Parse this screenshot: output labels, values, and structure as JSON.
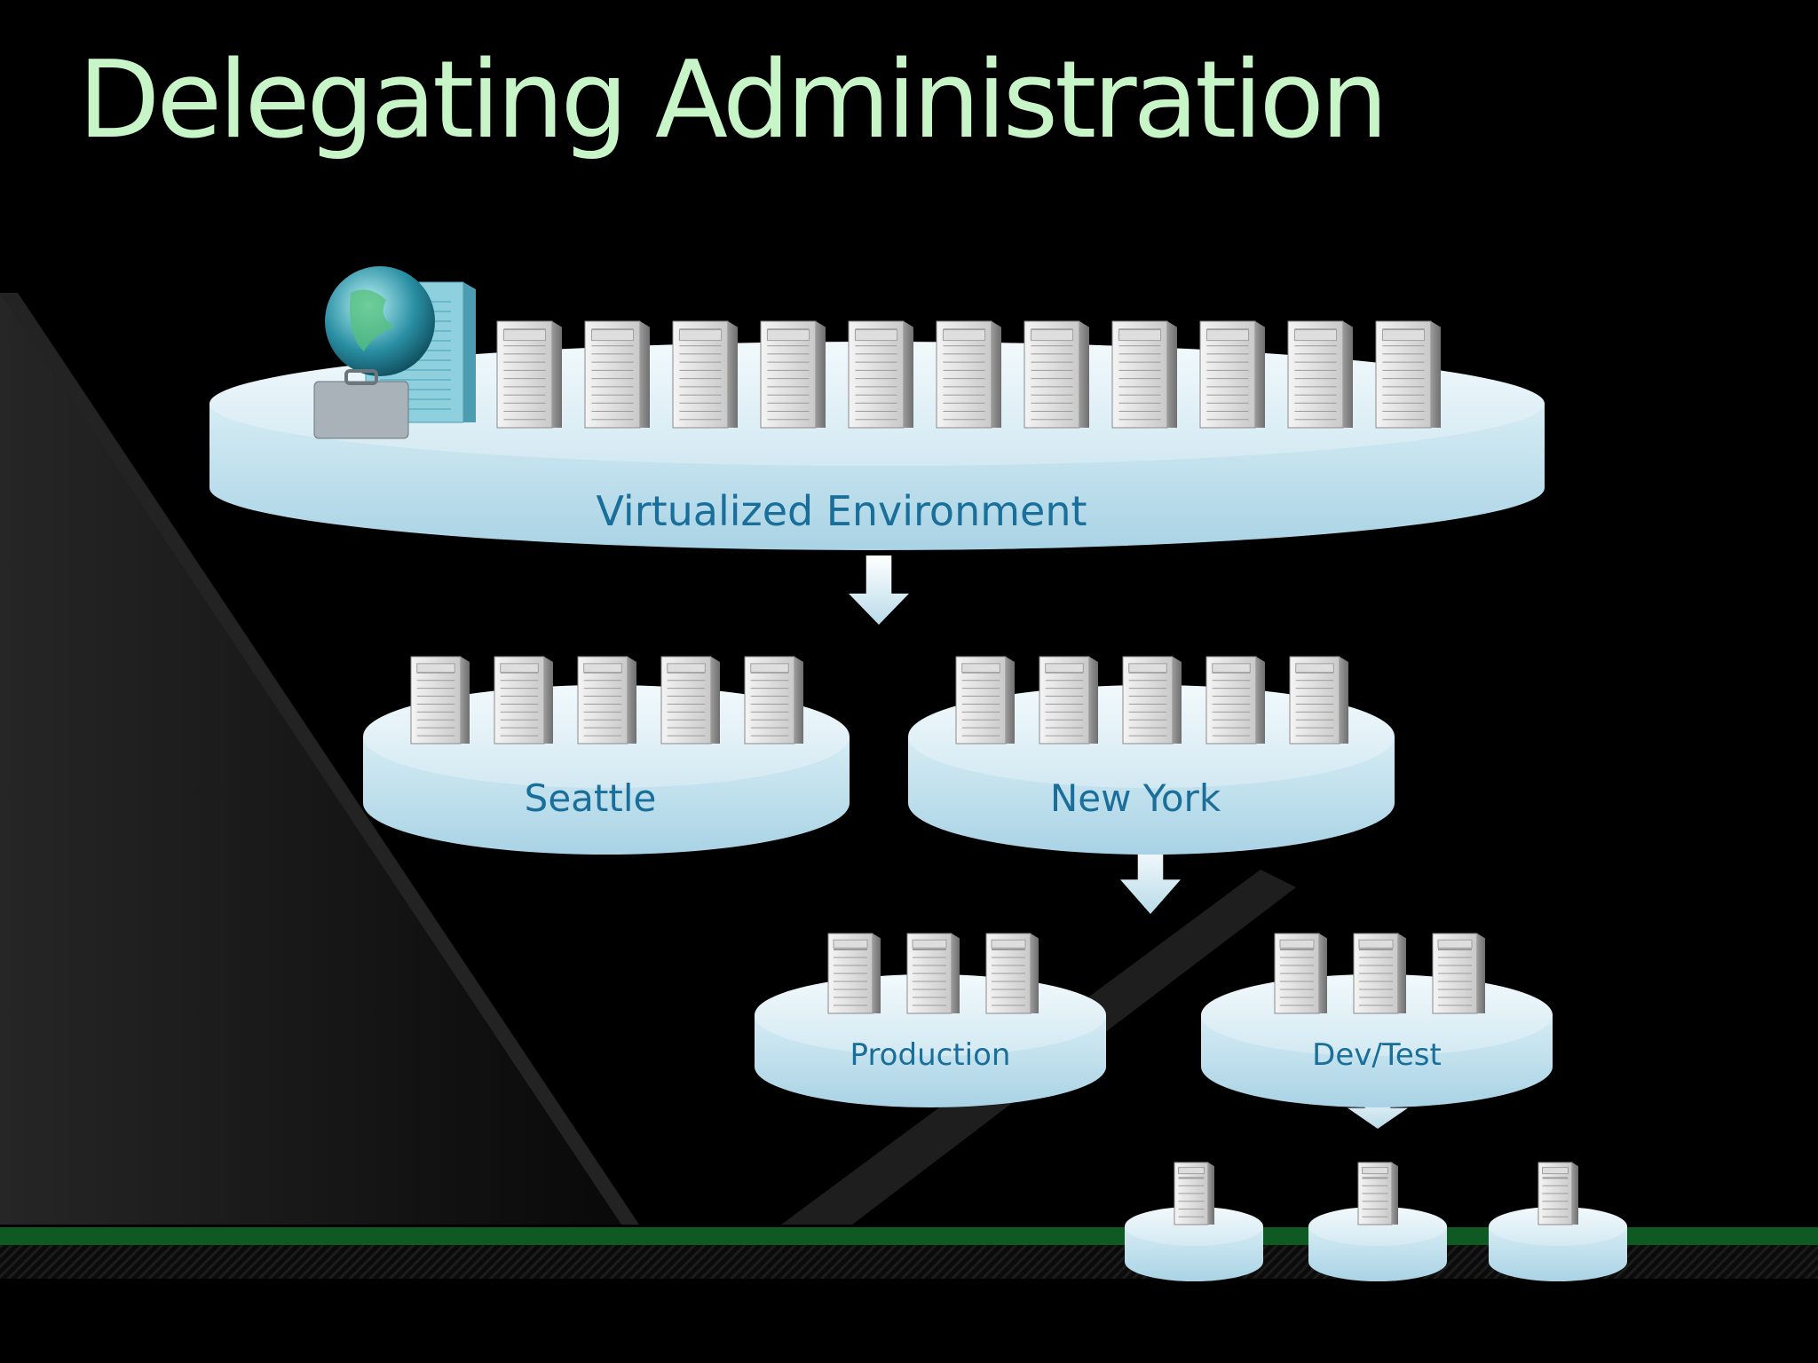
{
  "slide": {
    "title": "Delegating Administration",
    "colors": {
      "background": "#000000",
      "title": "#c8f5c8",
      "disk_top": "#e2f1f7",
      "disk_side": "#b7dcea",
      "label": "#1a6f9a",
      "bottom_band": "#0f5a22"
    }
  },
  "diagram": {
    "root": {
      "label": "Virtualized Environment",
      "servers": 11,
      "icon": "globe-server-toolbox-icon"
    },
    "level1": [
      {
        "label": "Seattle",
        "servers": 5
      },
      {
        "label": "New York",
        "servers": 5
      }
    ],
    "level2": [
      {
        "label": "Production",
        "servers": 3
      },
      {
        "label": "Dev/Test",
        "servers": 3
      }
    ],
    "level3": [
      {
        "label": "",
        "servers": 1
      },
      {
        "label": "",
        "servers": 1
      },
      {
        "label": "",
        "servers": 1
      }
    ],
    "arrows": [
      {
        "from": "Virtualized Environment",
        "to": "Seattle / New York"
      },
      {
        "from": "New York",
        "to": "Production / Dev/Test"
      },
      {
        "from": "Dev/Test",
        "to": "sub-pools"
      }
    ]
  }
}
